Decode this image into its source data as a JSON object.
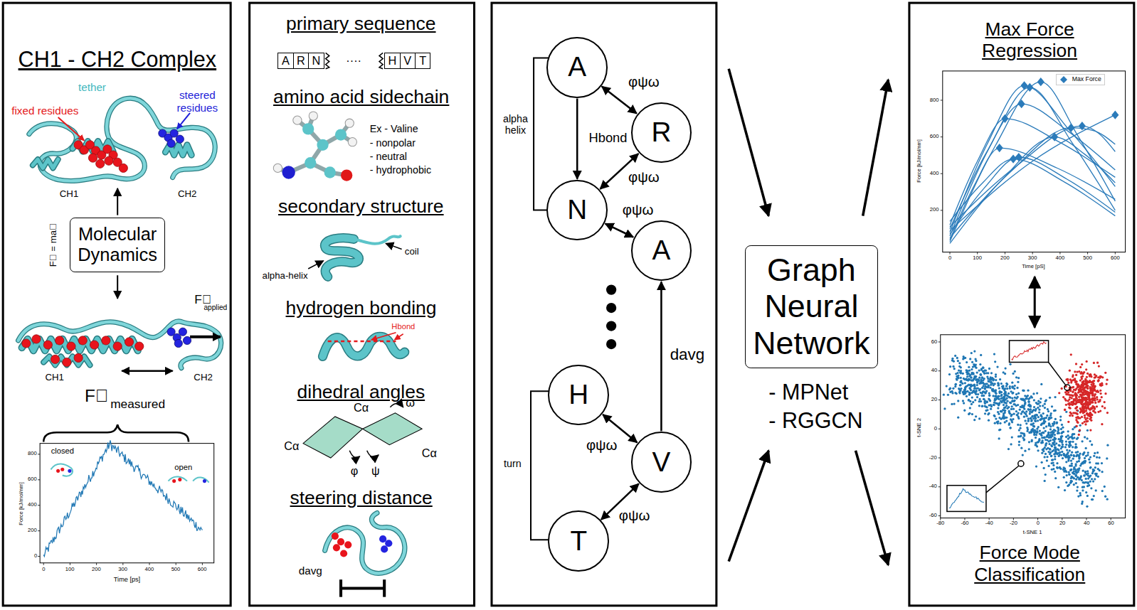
{
  "diagram": {
    "nodes": [
      {
        "text": [
          "Molecular Dynamics"
        ]
      },
      {
        "text": [
          "A"
        ]
      },
      {
        "text": [
          "R"
        ]
      },
      {
        "text": [
          "N"
        ]
      },
      {
        "text": [
          "H"
        ]
      },
      {
        "text": [
          "V"
        ]
      },
      {
        "text": [
          "T"
        ]
      },
      {
        "text": [
          "A"
        ]
      },
      {
        "text": [
          "R"
        ]
      },
      {
        "text": [
          "N"
        ]
      },
      {
        "text": [
          "A"
        ]
      },
      {
        "text": [
          "H"
        ]
      },
      {
        "text": [
          "V"
        ]
      },
      {
        "text": [
          "T"
        ]
      },
      {
        "text": [
          "Graph Neural Network"
        ]
      }
    ],
    "edges": [
      {
        "from": 7,
        "to": 8,
        "label": "φψω",
        "arrow": "both"
      },
      {
        "from": 7,
        "to": 9,
        "label": "Hbond",
        "arrow": "to"
      },
      {
        "from": 8,
        "to": 9,
        "label": "φψω",
        "arrow": "both"
      },
      {
        "from": 9,
        "to": 10,
        "label": "φψω",
        "arrow": "both"
      },
      {
        "from": 11,
        "to": 12,
        "label": "φψω",
        "arrow": "both"
      },
      {
        "from": 12,
        "to": 13,
        "label": "φψω",
        "arrow": "both"
      },
      {
        "from": 12,
        "to": 10,
        "label": "davg",
        "arrow": "to"
      }
    ],
    "labels": [
      "CH1 - CH2 Complex",
      "tether",
      "fixed residues",
      "steered residues",
      "CH1",
      "CH2",
      "F⃗ = ma⃗",
      "F⃗",
      "applied",
      "CH1",
      "CH2",
      "F⃗",
      "measured",
      "closed",
      "open",
      "Force [kJ/mol/nm]",
      "Time [ps]",
      "800",
      "600",
      "400",
      "200",
      "0",
      "0",
      "100",
      "200",
      "300",
      "400",
      "500",
      "600",
      "primary sequence",
      "····",
      "amino acid sidechain",
      "Ex - Valine",
      "- nonpolar",
      "- neutral",
      "- hydrophobic",
      "secondary structure",
      "alpha-helix",
      "coil",
      "hydrogen bonding",
      "Hbond",
      "dihedral angles",
      "Cα",
      "Cα",
      "Cα",
      "ω",
      "φ",
      "ψ",
      "steering distance",
      "davg",
      "alpha helix",
      "turn",
      "- MPNet",
      "- RGGCN",
      "Max Force Regression",
      "Force [kJ/mol/nm]",
      "800",
      "600",
      "400",
      "200",
      "0",
      "100",
      "200",
      "300",
      "400",
      "500",
      "600",
      "Time [pS]",
      "t-SNE 2",
      "60",
      "40",
      "20",
      "0",
      "-20",
      "-40",
      "-60",
      "-80",
      "-60",
      "-40",
      "-20",
      "0",
      "20",
      "40",
      "60",
      "t-SNE 1",
      "Force Mode Classification"
    ],
    "legend": [
      {
        "text": "Max Force"
      }
    ]
  }
}
